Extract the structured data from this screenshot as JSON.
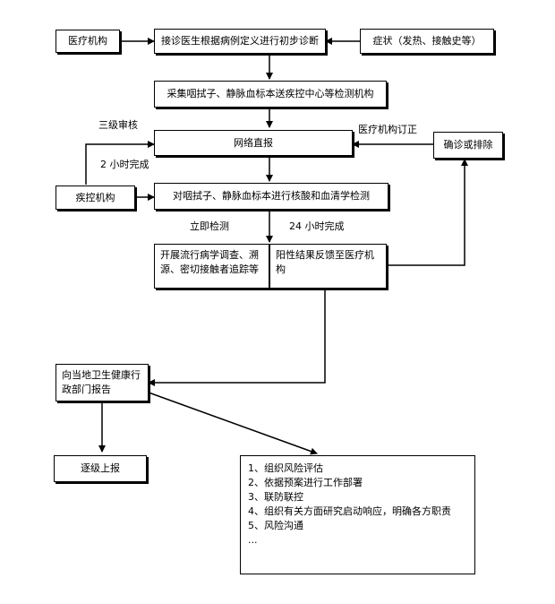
{
  "nodes": {
    "medical_institution": "医疗机构",
    "initial_diagnosis": "接诊医生根据病例定义进行初步诊断",
    "symptoms": "症状（发热、接触史等）",
    "collect_samples": "采集咽拭子、静脉血标本送疾控中心等检测机构",
    "network_report": "网络直报",
    "confirm_exclude": "确诊或排除",
    "cdc": "疾控机构",
    "nucleic_test": "对咽拭子、静脉血标本进行核酸和血清学检测",
    "epi_investigation": "开展流行病学调查、溯源、密切接触者追踪等",
    "positive_feedback": "阳性结果反馈至医疗机构",
    "report_health_dept": "向当地卫生健康行政部门报告",
    "escalate": "逐级上报"
  },
  "labels": {
    "three_level_review": "三级审核",
    "two_hours": "2 小时完成",
    "institution_correction": "医疗机构订正",
    "immediate_test": "立即检测",
    "twentyfour_hours": "24 小时完成"
  },
  "actions": [
    "1、组织风险评估",
    "2、依据预案进行工作部署",
    "3、联防联控",
    "4、组织有关方面研究启动响应，明确各方职责",
    "5、风险沟通",
    "..."
  ]
}
